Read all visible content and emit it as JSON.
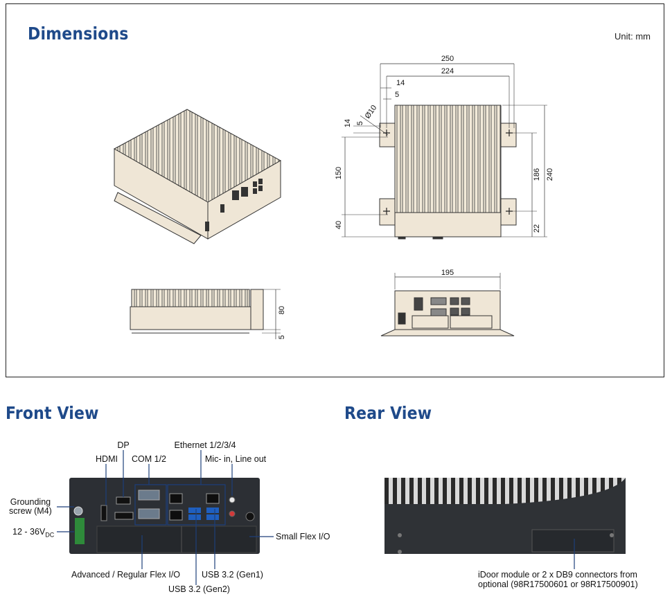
{
  "dimensions": {
    "title": "Dimensions",
    "unit": "Unit: mm",
    "top_view": {
      "width_outer": "250",
      "width_inner": "224",
      "offset_a": "14",
      "offset_b": "5",
      "hole": "Ø10",
      "left_14": "14",
      "left_5": "5",
      "left_150": "150",
      "left_40": "40",
      "right_186": "186",
      "right_240": "240",
      "right_22": "22"
    },
    "side_view": {
      "height": "80",
      "base": "5"
    },
    "front_view": {
      "width": "195"
    }
  },
  "front_view": {
    "title": "Front View",
    "labels": {
      "dp": "DP",
      "hdmi": "HDMI",
      "com": "COM 1/2",
      "ethernet": "Ethernet 1/2/3/4",
      "mic": "Mic- in, Line out",
      "grounding": "Grounding\nscrew (M4)",
      "power": "12 - 36V",
      "power_sub": "DC",
      "small_flex": "Small Flex I/O",
      "adv_flex": "Advanced / Regular Flex I/O",
      "usb_gen1": "USB 3.2 (Gen1)",
      "usb_gen2": "USB 3.2 (Gen2)"
    }
  },
  "rear_view": {
    "title": "Rear View",
    "idoor_line1": "iDoor module or 2 x DB9 connectors from",
    "idoor_line2": "optional (98R17500601 or 98R17500901)"
  },
  "colors": {
    "title_blue": "#1f4a8a",
    "chassis_beige": "#efe6d6",
    "callout_blue": "#1d3f7a",
    "panel_dark": "#2c2f34"
  }
}
